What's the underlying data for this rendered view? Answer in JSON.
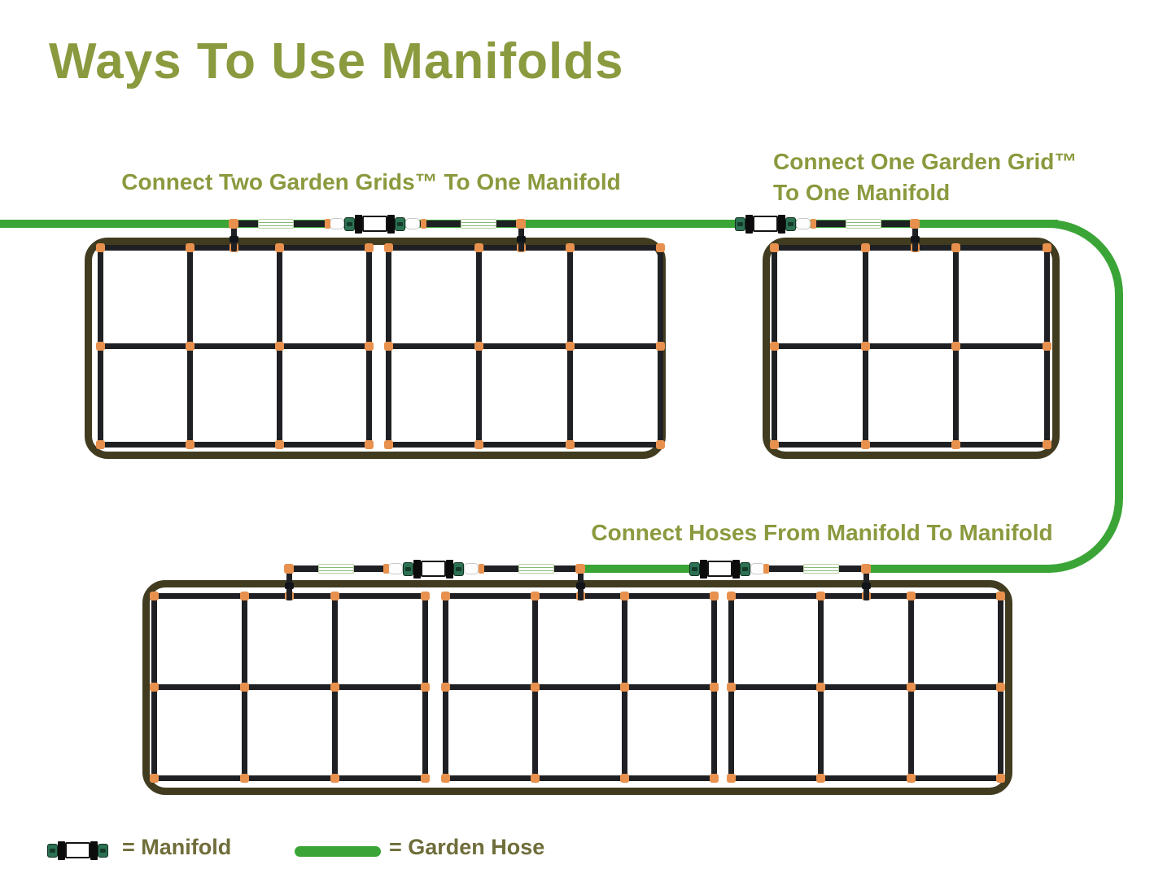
{
  "page": {
    "title": "Ways To Use Manifolds"
  },
  "sections": [
    {
      "id": "two-grids-one-manifold",
      "label": "Connect Two Garden Grids™ To One Manifold"
    },
    {
      "id": "one-grid-one-manifold",
      "label_line1": "Connect One Garden Grid™",
      "label_line2": "To One Manifold"
    },
    {
      "id": "manifold-to-manifold",
      "label": "Connect Hoses From Manifold To Manifold"
    }
  ],
  "legend": {
    "manifold_icon": "manifold-connector-icon",
    "manifold_label": "= Manifold",
    "hose_icon": "garden-hose-swatch",
    "hose_label": "= Garden Hose"
  },
  "colors": {
    "heading_olive": "#8a9a3e",
    "legend_text_olive": "#6f6d3a",
    "garden_hose_green": "#3aa536",
    "group_border_dark_olive": "#413c20",
    "grid_tube_black": "#1f2023",
    "junction_orange": "#e8914e",
    "manifold_green": "#2c7153",
    "manifold_slot_dark": "#153a29"
  }
}
